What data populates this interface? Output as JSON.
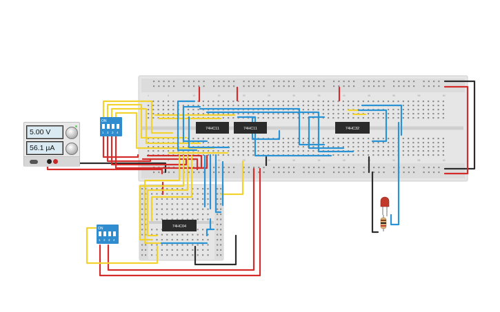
{
  "power_supply": {
    "voltage": "5.00 V",
    "current": "56.1 µA"
  },
  "chips": [
    {
      "label": "74HC11"
    },
    {
      "label": "74HC11"
    },
    {
      "label": "74HC32"
    },
    {
      "label": "74HC04"
    }
  ],
  "dip_switches": [
    {
      "on_label": "ON",
      "positions": [
        "1",
        "2",
        "3",
        "4"
      ]
    },
    {
      "on_label": "ON",
      "positions": [
        "1",
        "2",
        "3",
        "4"
      ]
    }
  ],
  "breadboard_column_numbers": [
    "1",
    "5",
    "10",
    "15",
    "20",
    "25",
    "30",
    "35",
    "40",
    "45",
    "50",
    "55",
    "60"
  ],
  "colors": {
    "wire_red": "#d42b2b",
    "wire_yellow": "#f2d22e",
    "wire_blue": "#2a93d5",
    "wire_black": "#2b2b2b",
    "switch_body": "#2f8ccf",
    "chip_body": "#2b2b2b",
    "led": "#c0392b",
    "breadboard": "#e6e6e6"
  }
}
